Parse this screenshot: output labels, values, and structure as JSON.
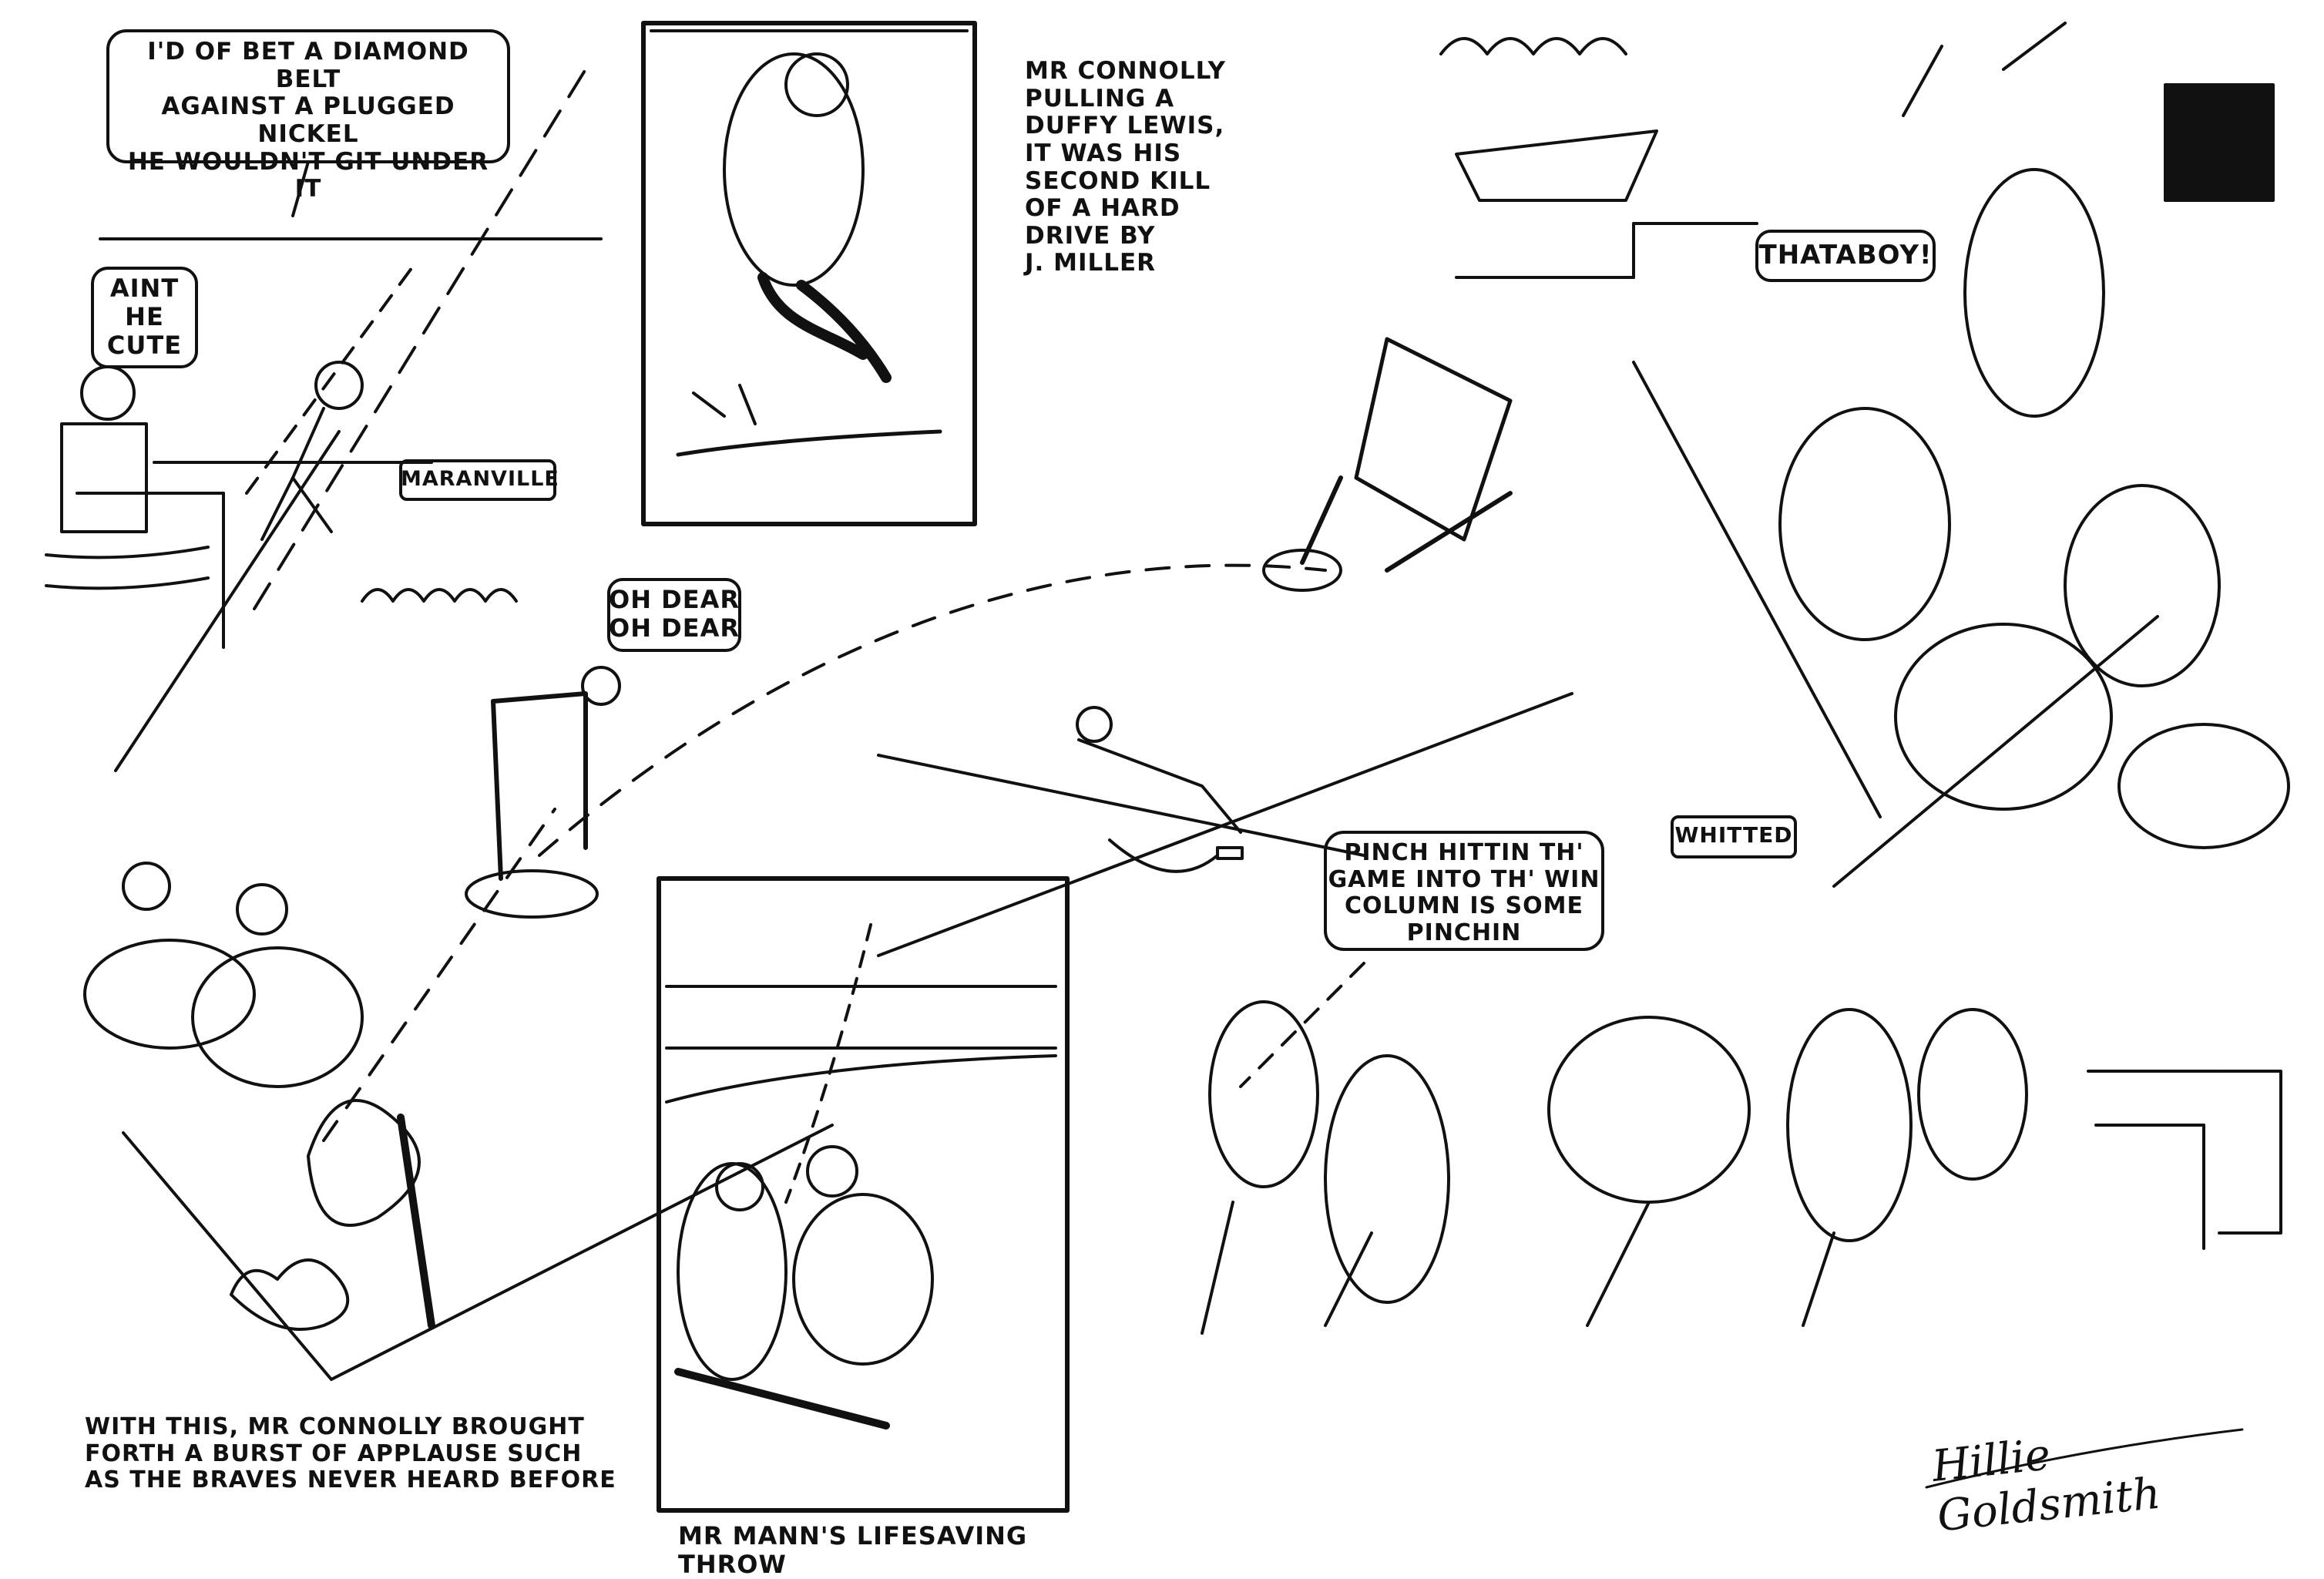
{
  "bubbles": {
    "diamond_belt": "I'D OF BET A DIAMOND BELT\nAGAINST A PLUGGED NICKEL\nHE WOULDN'T GIT UNDER\nIT",
    "aint_he_cute": "AINT\nHE\nCUTE",
    "oh_dear": "OH DEAR\nOH DEAR",
    "thataboy": "THATABOY!",
    "pinch_hittin": "PINCH HITTIN TH'\nGAME INTO TH' WIN\nCOLUMN IS SOME\nPINCHIN"
  },
  "labels": {
    "maranville": "MARANVILLE",
    "whitted": "WHITTED"
  },
  "captions": {
    "connolly_duffy_lewis": "MR CONNOLLY\nPULLING A\nDUFFY LEWIS,\nIT WAS HIS\nSECOND KILL\nOF A HARD\nDRIVE BY\nJ. MILLER",
    "burst_of_applause": "WITH THIS, MR CONNOLLY BROUGHT\nFORTH A BURST OF APPLAUSE SUCH\nAS THE BRAVES NEVER HEARD BEFORE",
    "lifesaving_throw": "MR MANN'S LIFESAVING THROW"
  },
  "signature": "Hillie Goldsmith",
  "colors": {
    "ink": "#111111",
    "paper": "#ffffff"
  }
}
